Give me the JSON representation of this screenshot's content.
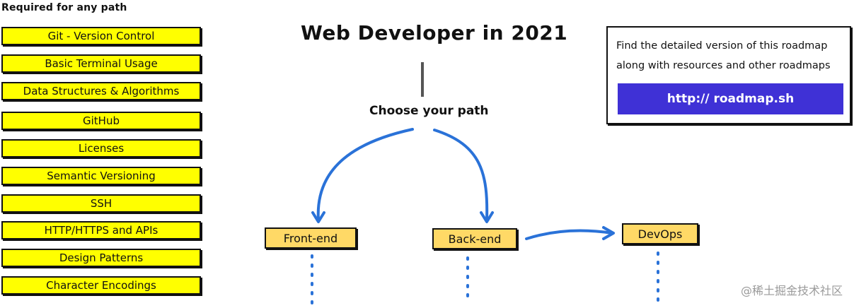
{
  "required": {
    "title": "Required for any path",
    "items": [
      {
        "label": "Git - Version Control"
      },
      {
        "label": "Basic Terminal Usage"
      },
      {
        "label": "Data Structures & Algorithms"
      },
      {
        "label": "GitHub"
      },
      {
        "label": "Licenses"
      },
      {
        "label": "Semantic Versioning"
      },
      {
        "label": "SSH"
      },
      {
        "label": "HTTP/HTTPS and APIs"
      },
      {
        "label": "Design Patterns"
      },
      {
        "label": "Character Encodings"
      }
    ]
  },
  "main": {
    "title": "Web Developer in 2021",
    "choose_label": "Choose your path"
  },
  "info": {
    "line1": "Find the detailed version of this roadmap",
    "line2": "along with resources and other roadmaps",
    "link_label": "http:// roadmap.sh"
  },
  "paths": {
    "frontend": "Front-end",
    "backend": "Back-end",
    "devops": "DevOps"
  },
  "watermark": "@稀土掘金技术社区",
  "colors": {
    "required_fill": "#ffff00",
    "path_fill": "#ffd966",
    "arrow": "#2a72d8",
    "link_button": "#3f31d6"
  }
}
